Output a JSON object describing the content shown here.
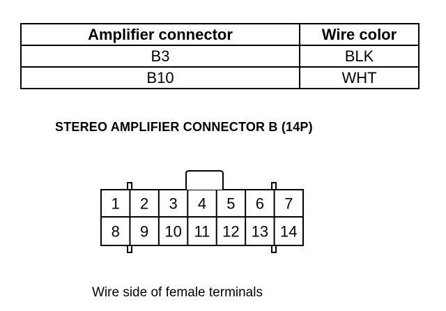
{
  "table": {
    "headers": [
      "Amplifier connector",
      "Wire color"
    ],
    "rows": [
      [
        "B3",
        "BLK"
      ],
      [
        "B10",
        "WHT"
      ]
    ]
  },
  "connector": {
    "title": "STEREO AMPLIFIER CONNECTOR B (14P)",
    "top_row": [
      "1",
      "2",
      "3",
      "4",
      "5",
      "6",
      "7"
    ],
    "bottom_row": [
      "8",
      "9",
      "10",
      "11",
      "12",
      "13",
      "14"
    ],
    "caption": "Wire side of female terminals"
  }
}
